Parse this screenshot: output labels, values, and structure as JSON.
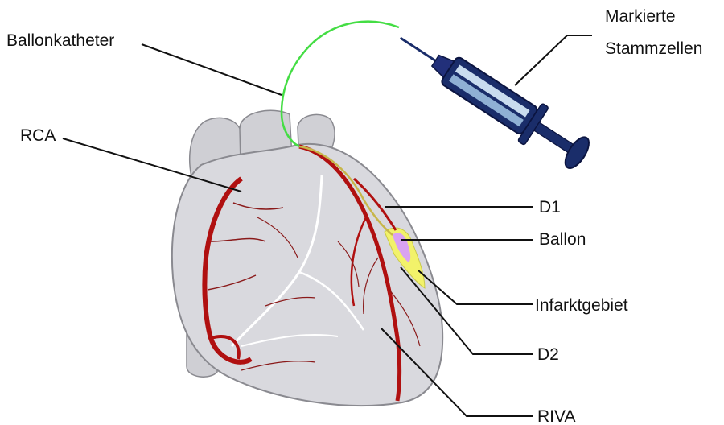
{
  "labels": {
    "ballonkatheter": "Ballonkatheter",
    "rca": "RCA",
    "markierte": "Markierte",
    "stammzellen": "Stammzellen",
    "d1": "D1",
    "ballon": "Ballon",
    "infarktgebiet": "Infarktgebiet",
    "d2": "D2",
    "riva": "RIVA"
  },
  "colors": {
    "heart_fill": "#d9d9de",
    "heart_outline": "#8a8a90",
    "artery": "#b01010",
    "vein": "#ffffff",
    "catheter": "#44dd44",
    "infarct": "#f2f26a",
    "balloon": "#d9a2f2",
    "syringe": "#1a2d6a",
    "leader": "#111111"
  },
  "icons": {
    "heart": "heart-illustration",
    "syringe": "syringe-illustration"
  }
}
